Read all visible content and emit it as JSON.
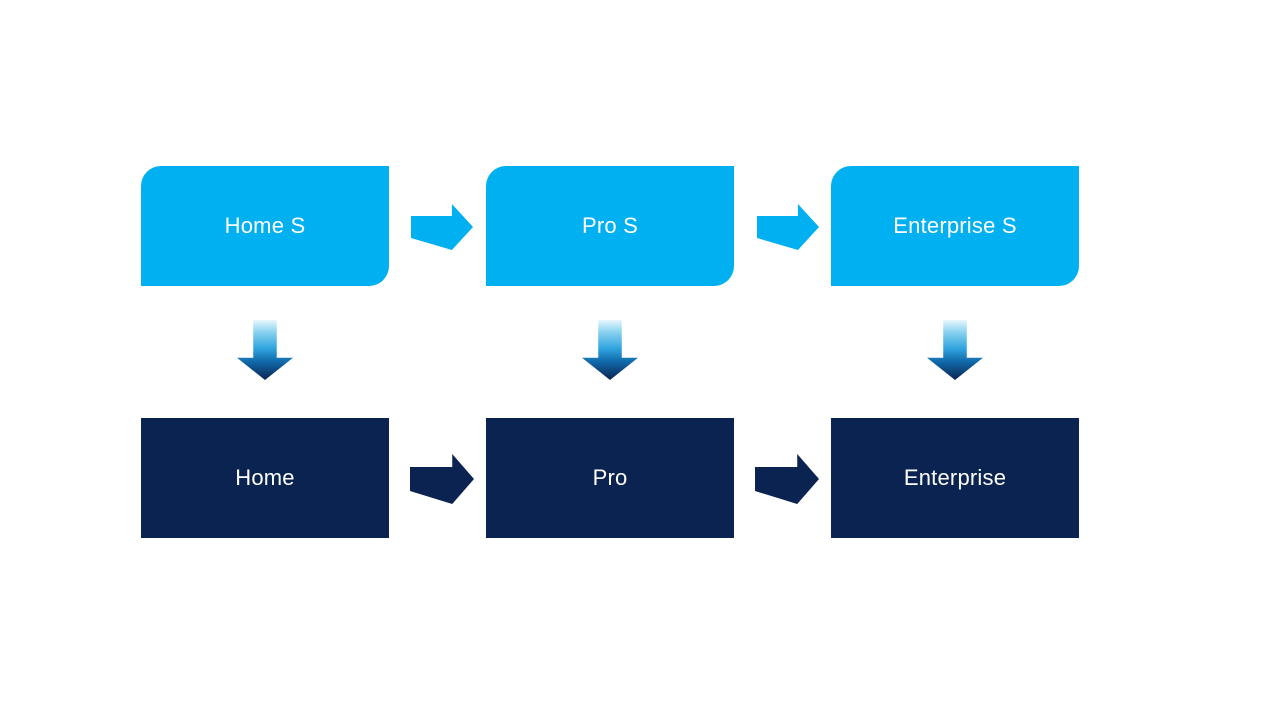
{
  "colors": {
    "light_blue": "#00B0F0",
    "dark_navy": "#0B2350",
    "label_text": "#FFFFFF",
    "canvas_background": "#FFFFFF",
    "down_arrow_gradient_top": "#E8F6FD",
    "down_arrow_gradient_bottom": "#0B2350"
  },
  "top_row": [
    {
      "label": "Home S"
    },
    {
      "label": "Pro S"
    },
    {
      "label": "Enterprise S"
    }
  ],
  "bottom_row": [
    {
      "label": "Home"
    },
    {
      "label": "Pro"
    },
    {
      "label": "Enterprise"
    }
  ],
  "icons": {
    "top_connector": "right-arrow-icon",
    "bottom_connector": "right-arrow-icon",
    "column_connector": "down-arrow-icon"
  }
}
